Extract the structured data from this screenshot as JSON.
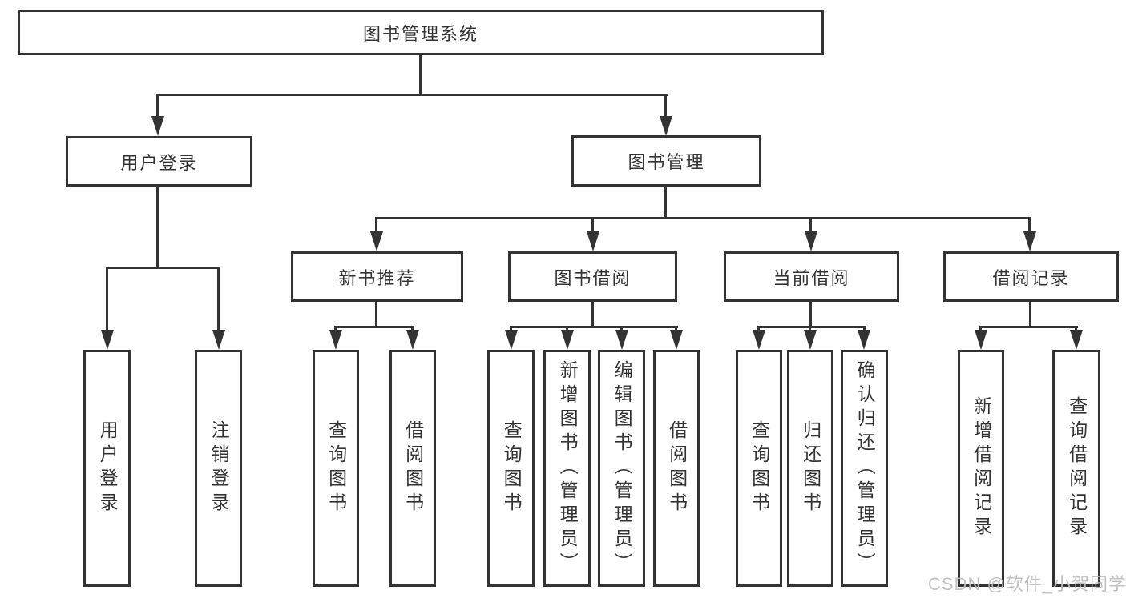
{
  "root_label": "图书管理系统",
  "level2": {
    "user_login": "用户登录",
    "book_mgmt": "图书管理"
  },
  "level3": {
    "new_books": "新书推荐",
    "book_borrow": "图书借阅",
    "current_borrow": "当前借阅",
    "borrow_records": "借阅记录"
  },
  "leaves": {
    "user": [
      "用户登录",
      "注销登录"
    ],
    "new_books": [
      "查询图书",
      "借阅图书"
    ],
    "book_borrow": [
      "查询图书",
      "新增图书（管理员）",
      "编辑图书（管理员）",
      "借阅图书"
    ],
    "current_borrow": [
      "查询图书",
      "归还图书",
      "确认归还（管理员）"
    ],
    "borrow_records": [
      "新增借阅记录",
      "查询借阅记录"
    ]
  },
  "watermark": "CSDN @软件_小贺同学",
  "colors": {
    "line": "#333333",
    "text": "#333333",
    "watermark": "#bcbcbc",
    "background": "#ffffff"
  }
}
